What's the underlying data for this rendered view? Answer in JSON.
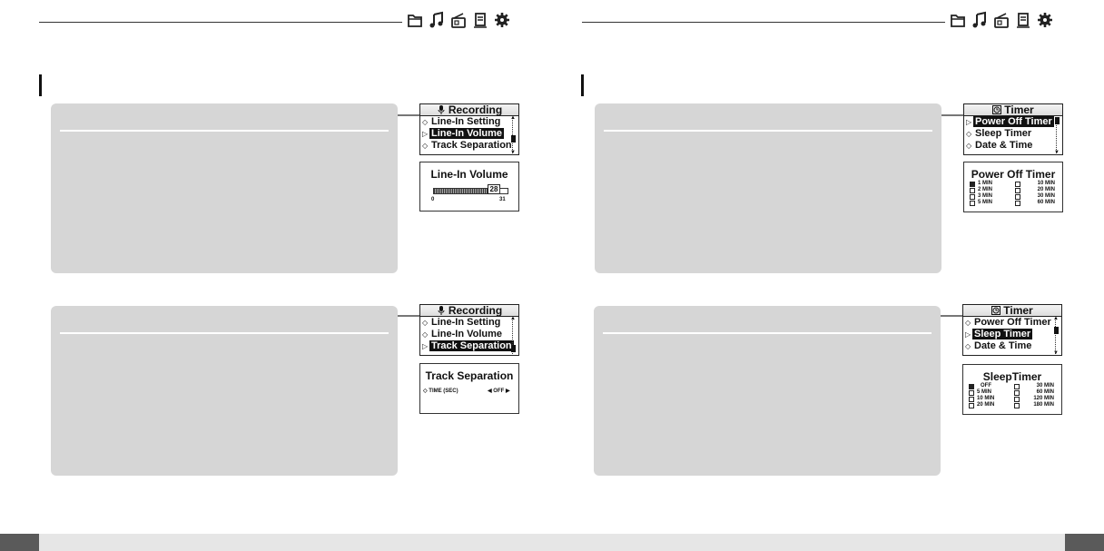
{
  "header_icons": [
    "folder-icon",
    "music-note-icon",
    "radio-icon",
    "device-icon",
    "gear-icon"
  ],
  "left": {
    "top_menu": {
      "title": "Recording",
      "items": [
        "Line-In Setting",
        "Line-In Volume",
        "Track Separation"
      ],
      "selected_index": 1
    },
    "volume_screen": {
      "title": "Line-In Volume",
      "value": "28",
      "level_fraction": 0.9,
      "min": "0",
      "max": "31"
    },
    "bottom_menu": {
      "title": "Recording",
      "items": [
        "Line-In Setting",
        "Line-In Volume",
        "Track Separation"
      ],
      "selected_index": 2
    },
    "separation_screen": {
      "title": "Track Separation",
      "setting_label": "TIME (SEC)",
      "setting_value": "OFF"
    }
  },
  "right": {
    "top_menu": {
      "title": "Timer",
      "items": [
        "Power Off Timer",
        "Sleep Timer",
        "Date & Time"
      ],
      "selected_index": 0
    },
    "power_off_screen": {
      "title": "Power Off Timer",
      "options": [
        "1 MIN",
        "10 MIN",
        "2 MIN",
        "20 MIN",
        "3 MIN",
        "30 MIN",
        "5 MIN",
        "60 MIN"
      ],
      "checked_index": 0
    },
    "bottom_menu": {
      "title": "Timer",
      "items": [
        "Power Off Timer",
        "Sleep Timer",
        "Date & Time"
      ],
      "selected_index": 1
    },
    "sleep_screen": {
      "title": "SleepTimer",
      "options": [
        "OFF",
        "30 MIN",
        "5 MIN",
        "60 MIN",
        "10 MIN",
        "120 MIN",
        "20 MIN",
        "180 MIN"
      ],
      "checked_index": 0
    }
  }
}
